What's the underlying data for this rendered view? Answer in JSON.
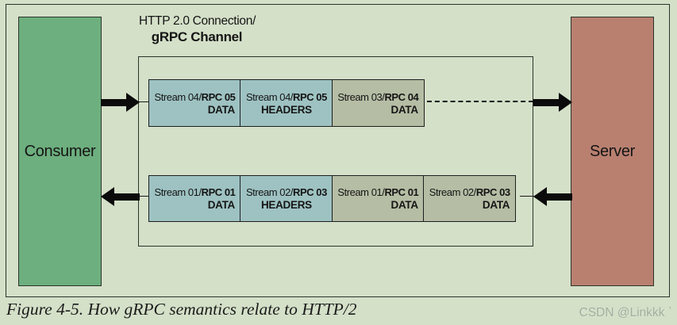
{
  "colors": {
    "background": "#d4e0c8",
    "consumer_green": "#6daf7e",
    "server_red": "#b98070",
    "frame_blue": "#9ec2c2",
    "frame_olive": "#b5bda4",
    "line_dark": "#2c332b",
    "arrow_black": "#0b0b0b",
    "text_dark": "#151515",
    "watermark_gray": "#a3ad9f"
  },
  "diagram": {
    "consumer_label": "Consumer",
    "server_label": "Server",
    "channel_title_line1": "HTTP 2.0 Connection/",
    "channel_title_line2": "gRPC Channel",
    "top_row_frames": [
      {
        "stream": "Stream 04/",
        "rpc": "RPC 05",
        "frame": "DATA",
        "color": "blue"
      },
      {
        "stream": "Stream 04/",
        "rpc": "RPC 05",
        "frame": "HEADERS",
        "color": "blue"
      },
      {
        "stream": "Stream 03/",
        "rpc": "RPC 04",
        "frame": "DATA",
        "color": "olive"
      }
    ],
    "bottom_row_frames": [
      {
        "stream": "Stream 01/",
        "rpc": "RPC 01",
        "frame": "DATA",
        "color": "blue"
      },
      {
        "stream": "Stream 02/",
        "rpc": "RPC 03",
        "frame": "HEADERS",
        "color": "blue"
      },
      {
        "stream": "Stream 01/",
        "rpc": "RPC 01",
        "frame": "DATA",
        "color": "olive"
      },
      {
        "stream": "Stream 02/",
        "rpc": "RPC 03",
        "frame": "DATA",
        "color": "olive"
      }
    ]
  },
  "caption": "Figure 4-5. How gRPC semantics relate to HTTP/2",
  "watermark": "CSDN @Linkkk ˋ"
}
